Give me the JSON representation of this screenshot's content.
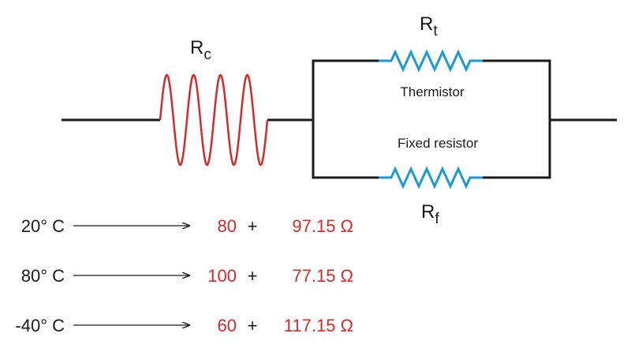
{
  "colors": {
    "wire": "#1a1a1a",
    "coil": "#d42a2a",
    "resistor": "#1a9ad6",
    "value_text": "#d42a2a",
    "label_text": "#1a1a1a"
  },
  "circuit": {
    "rc_label": {
      "base": "R",
      "sub": "c"
    },
    "rt_label": {
      "base": "R",
      "sub": "t"
    },
    "rf_label": {
      "base": "R",
      "sub": "f"
    },
    "thermistor_label": "Thermistor",
    "fixed_resistor_label": "Fixed resistor"
  },
  "table": {
    "plus_sign": "+",
    "rows": [
      {
        "temp": "20° C",
        "rc": "80",
        "parallel": "97.15 Ω"
      },
      {
        "temp": "80° C",
        "rc": "100",
        "parallel": "77.15 Ω"
      },
      {
        "temp": "-40° C",
        "rc": "60",
        "parallel": "117.15 Ω"
      }
    ]
  }
}
